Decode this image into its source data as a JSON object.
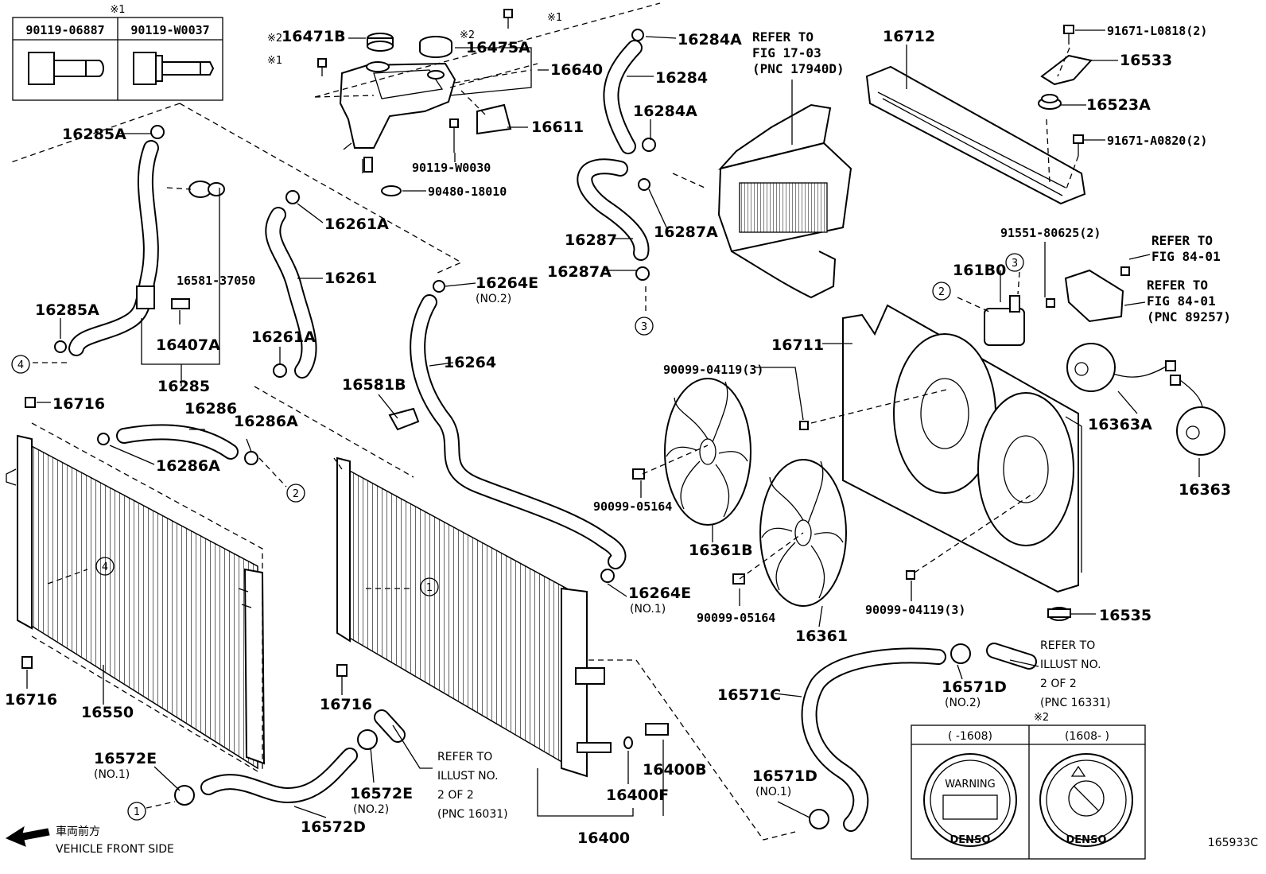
{
  "diagram_id": "165933C",
  "note_symbol_1": "※1",
  "note_symbol_2": "※2",
  "top_table": {
    "col1": "90119-06887",
    "col2": "90119-W0037"
  },
  "cap_table": {
    "col1": "(      -1608)",
    "col2": "(1608-      )",
    "cap1_text": "WARNING",
    "cap_brand": "DENSO"
  },
  "front_side": {
    "japanese": "車両前方",
    "english": "VEHICLE FRONT SIDE"
  },
  "labels": {
    "l16285A_top": "16285A",
    "l16581": "16581-37050",
    "l16285A_bot": "16285A",
    "l16407A": "16407A",
    "l16285": "16285",
    "l16471B": "16471B",
    "l16475A": "16475A",
    "l16640": "16640",
    "l16611": "16611",
    "l90119W0030": "90119-W0030",
    "l90480": "90480-18010",
    "l16261A_top": "16261A",
    "l16261": "16261",
    "l16261A_bot": "16261A",
    "l16264E_top": "16264E",
    "l16264E_top_sub": "(NO.2)",
    "l16264": "16264",
    "l16581B": "16581B",
    "l16716_a": "16716",
    "l16286": "16286",
    "l16286A_a": "16286A",
    "l16286A_b": "16286A",
    "l16716_b": "16716",
    "l16550": "16550",
    "l16716_c": "16716",
    "l16572E_1": "16572E",
    "l16572E_1_sub": "(NO.1)",
    "l16572D": "16572D",
    "l16572E_2": "16572E",
    "l16572E_2_sub": "(NO.2)",
    "l16264E_bot": "16264E",
    "l16264E_bot_sub": "(NO.1)",
    "l16400B": "16400B",
    "l16400F": "16400F",
    "l16400": "16400",
    "l16284A_top": "16284A",
    "l16284": "16284",
    "l16284A_mid": "16284A",
    "l16287": "16287",
    "l16287A_a": "16287A",
    "l16287A_b": "16287A",
    "l16712": "16712",
    "l91671L": "91671-L0818(2)",
    "l16533": "16533",
    "l16523A": "16523A",
    "l91671A": "91671-A0820(2)",
    "l91551": "91551-80625(2)",
    "l161B0": "161B0",
    "l16711": "16711",
    "l90099_04119_a": "90099-04119(3)",
    "l90099_05164_a": "90099-05164",
    "l16361B": "16361B",
    "l16361": "16361",
    "l90099_05164_b": "90099-05164",
    "l90099_04119_b": "90099-04119(3)",
    "l16363A": "16363A",
    "l16363": "16363",
    "l16535": "16535",
    "l16571C": "16571C",
    "l16571D_a": "16571D",
    "l16571D_a_sub": "(NO.2)",
    "l16571D_b": "16571D",
    "l16571D_b_sub": "(NO.1)"
  },
  "references": {
    "fig17_line1": "REFER TO",
    "fig17_line2": "FIG 17-03",
    "fig17_line3": "(PNC 17940D)",
    "fig84a_line1": "REFER TO",
    "fig84a_line2": "FIG 84-01",
    "fig84b_line1": "REFER TO",
    "fig84b_line2": "FIG 84-01",
    "fig84b_line3": "(PNC 89257)",
    "ill16331_line1": "REFER TO",
    "ill16331_line2": "ILLUST NO.",
    "ill16331_line3": "2 OF 2",
    "ill16331_line4": "(PNC 16331)",
    "ill16031_line1": "REFER TO",
    "ill16031_line2": "ILLUST NO.",
    "ill16031_line3": "2 OF 2",
    "ill16031_line4": "(PNC 16031)"
  },
  "callouts": {
    "c1": "1",
    "c2": "2",
    "c3": "3",
    "c4": "4"
  }
}
